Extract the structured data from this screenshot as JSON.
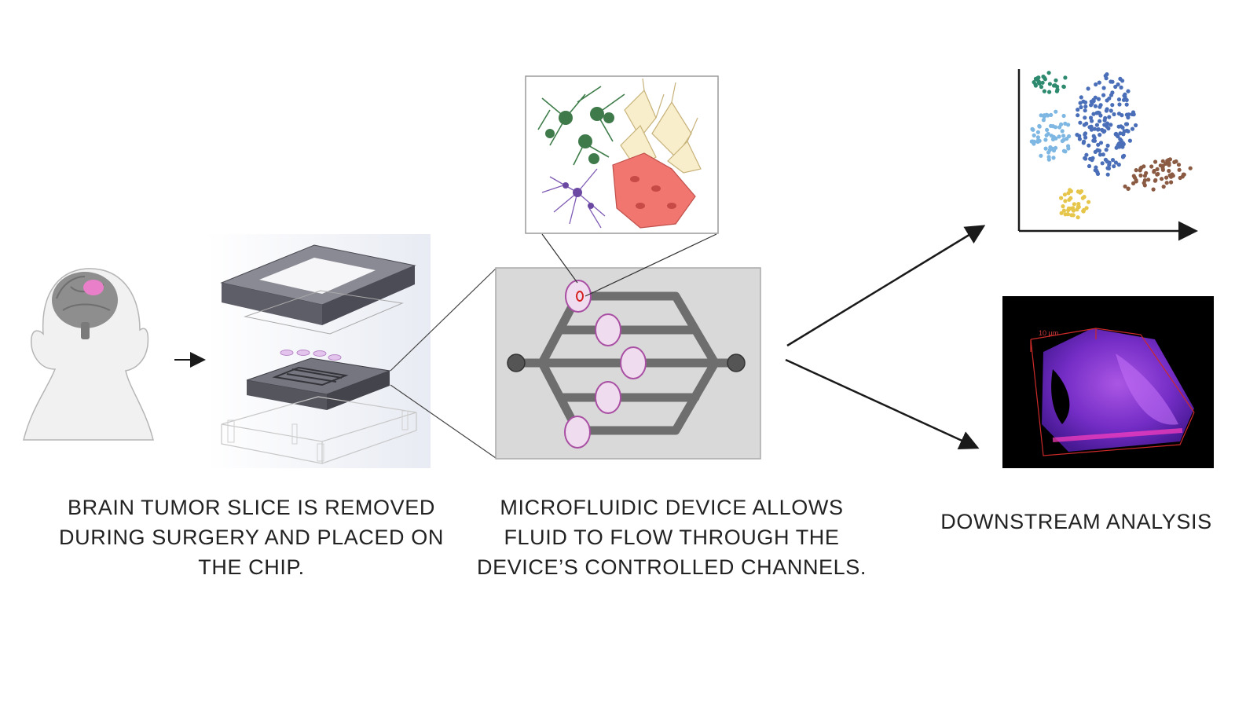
{
  "captions": {
    "step1": [
      "BRAIN TUMOR SLICE IS REMOVED",
      "DURING SURGERY AND PLACED ON",
      "THE CHIP."
    ],
    "step2": [
      "MICROFLUIDIC DEVICE ALLOWS",
      "FLUID TO FLOW THROUGH THE",
      "DEVICE’S CONTROLLED CHANNELS."
    ],
    "step3": [
      "DOWNSTREAM ANALYSIS"
    ]
  },
  "colors": {
    "tumor": "#e97fc9",
    "brain": "#8e8e8e",
    "chip": "#66666f",
    "chamber": "#f0dcef",
    "chamber_stroke": "#a94fa3",
    "channel": "#6e6e6e",
    "cluster_teal": "#2e8a6e",
    "cluster_lightblue": "#7fb7e3",
    "cluster_blue": "#4a6fb8",
    "cluster_yellow": "#e6c64a",
    "cluster_brown": "#8a5a43",
    "confocal": "#8a3ad8"
  },
  "icons": [
    "head-brain-icon",
    "chip-assembly-icon",
    "cell-types-icon",
    "umap-scatter-icon",
    "confocal-volume-icon"
  ],
  "confocal_label": "10 µm"
}
